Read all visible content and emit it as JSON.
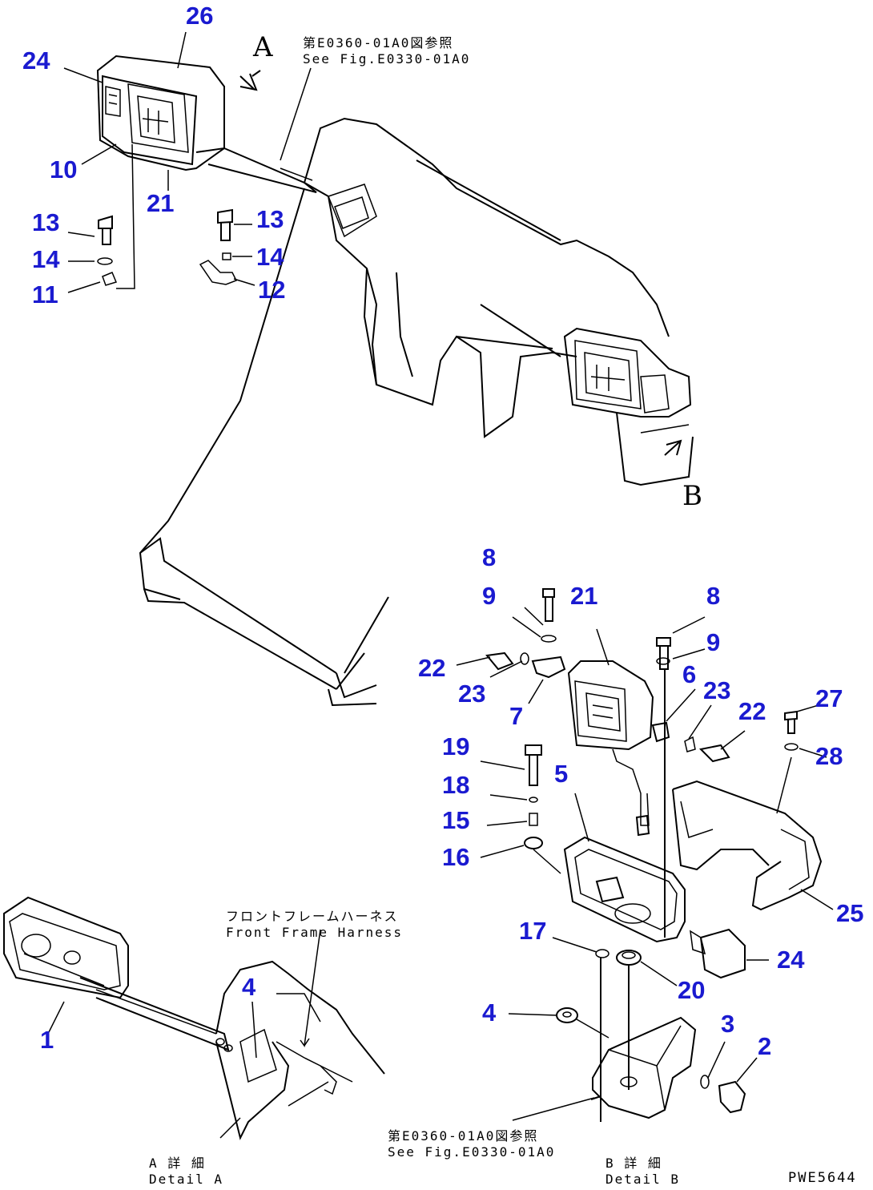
{
  "drawing_code": "PWE5644",
  "view_labels": {
    "a": "A",
    "b": "B"
  },
  "notes": {
    "ref_top_jp": "第E0360-01A0図参照",
    "ref_top_en": "See Fig.E0330-01A0",
    "ref_bottom_jp": "第E0360-01A0図参照",
    "ref_bottom_en": "See Fig.E0330-01A0",
    "harness_jp": "フロントフレームハーネス",
    "harness_en": "Front Frame Harness",
    "detail_a_jp": "A 詳 細",
    "detail_a_en": "Detail A",
    "detail_b_jp": "B 詳 細",
    "detail_b_en": "Detail B"
  },
  "callouts": {
    "top_26": "26",
    "top_24": "24",
    "top_10": "10",
    "top_21": "21",
    "top_13a": "13",
    "top_14a": "14",
    "top_11": "11",
    "top_13b": "13",
    "top_14b": "14",
    "top_12": "12",
    "b_8a": "8",
    "b_9a": "9",
    "b_21": "21",
    "b_8b": "8",
    "b_9b": "9",
    "b_22a": "22",
    "b_23a": "23",
    "b_7": "7",
    "b_6": "6",
    "b_23b": "23",
    "b_22b": "22",
    "b_27": "27",
    "b_28": "28",
    "b_19": "19",
    "b_5": "5",
    "b_18": "18",
    "b_15": "15",
    "b_16": "16",
    "b_25": "25",
    "b_17": "17",
    "b_24": "24",
    "b_20": "20",
    "b_4": "4",
    "b_3": "3",
    "b_2": "2",
    "a_4": "4",
    "a_1": "1"
  }
}
